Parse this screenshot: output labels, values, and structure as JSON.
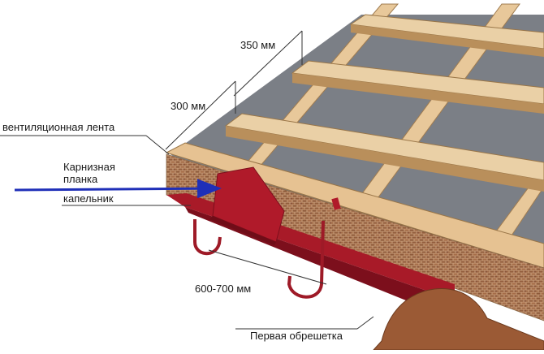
{
  "labels": {
    "spacing_top": "350 мм",
    "spacing_first": "300 мм",
    "ventilation_tape": "вентиляционная лента",
    "eaves_strip_line1": "Карнизная",
    "eaves_strip_line2": "планка",
    "drip_edge": "капельник",
    "gutter_spacing": "600-700 мм",
    "first_batten": "Первая обрешетка"
  },
  "colors": {
    "membrane": "#7a7f86",
    "wood": "#e7c79a",
    "wood_edge": "#9a7648",
    "strip": "#b01a2a",
    "strip_dark": "#7c0f1c",
    "brick": "#c9a882",
    "arrow": "#1f2fb8",
    "lines": "#333333"
  }
}
